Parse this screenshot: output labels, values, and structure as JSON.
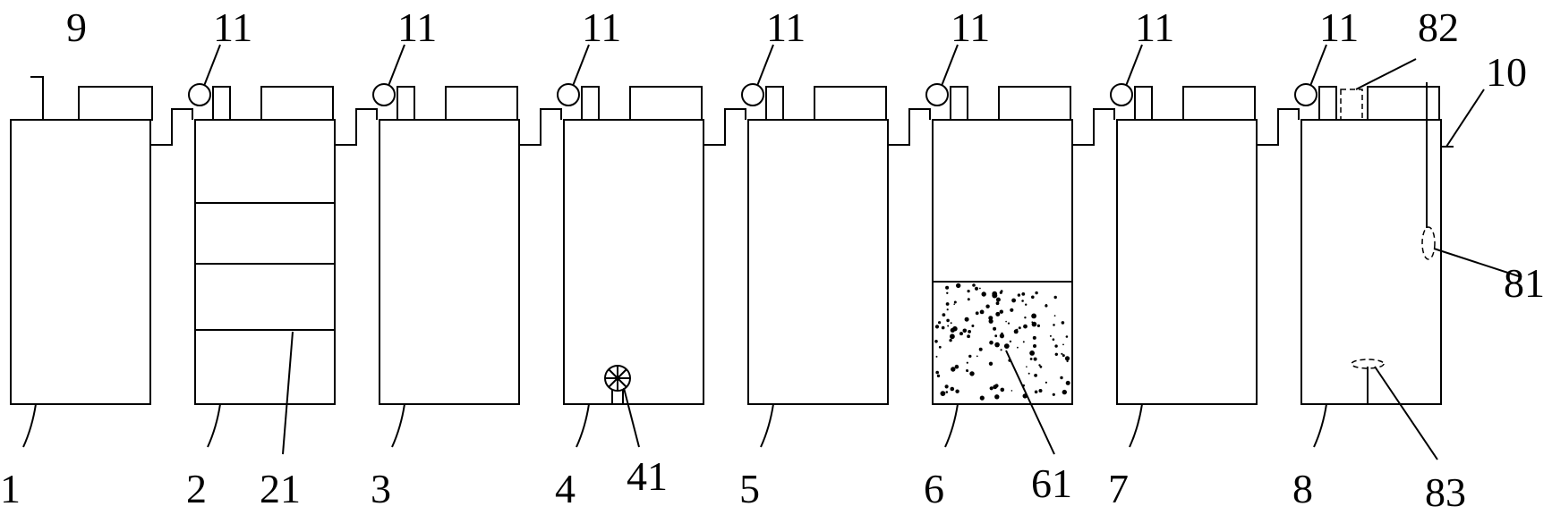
{
  "labels": {
    "tank1": "1",
    "tank2": "2",
    "tank3": "3",
    "tank4": "4",
    "tank5": "5",
    "tank6": "6",
    "tank7": "7",
    "tank8": "8",
    "inlet": "9",
    "outlet": "10",
    "pump": "11",
    "baffle": "21",
    "impeller": "41",
    "filler": "61",
    "probe": "81",
    "probe_mount": "82",
    "aerator": "83"
  }
}
